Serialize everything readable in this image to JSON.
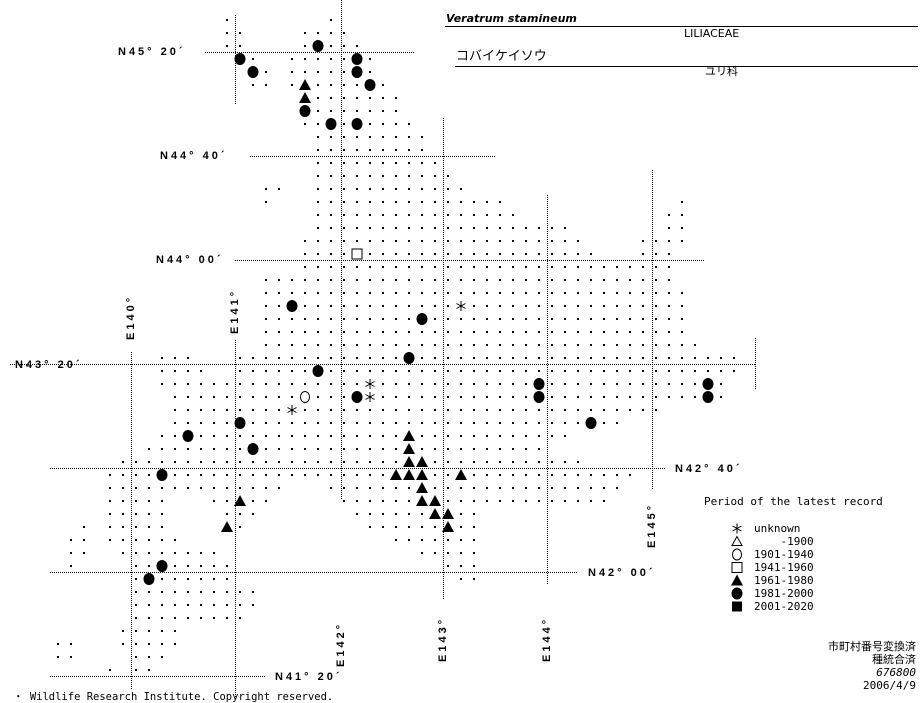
{
  "title": {
    "scientific_name": "Veratrum stamineum",
    "family": "LILIACEAE",
    "japanese_name": "コバイケイソウ",
    "japanese_family": "ユリ科"
  },
  "latitude_labels": [
    "N45° 20´",
    "N44° 40´",
    "N44° 00´",
    "N43° 20´",
    "N42° 40´",
    "N42° 00´",
    "N41° 20´"
  ],
  "longitude_labels": [
    "E140°",
    "E141°",
    "E142°",
    "E143°",
    "E144°",
    "E145°"
  ],
  "legend": {
    "title": "Period of the latest record",
    "items": [
      {
        "symbol": "asterisk",
        "label": "unknown"
      },
      {
        "symbol": "open-triangle",
        "label": "    -1900"
      },
      {
        "symbol": "open-circle",
        "label": "1901-1940"
      },
      {
        "symbol": "open-square",
        "label": "1941-1960"
      },
      {
        "symbol": "filled-triangle",
        "label": "1961-1980"
      },
      {
        "symbol": "filled-circle",
        "label": "1981-2000"
      },
      {
        "symbol": "filled-square",
        "label": "2001-2020"
      }
    ]
  },
  "notes": [
    "市町村番号変換済",
    "種統合済",
    "676800",
    "2006/4/9"
  ],
  "footer": "・ Wildlife Research Institute. Copyright reserved.",
  "records_mesh_col_row": {
    "filled-circle": [
      [
        24,
        3
      ],
      [
        18,
        4
      ],
      [
        27,
        4
      ],
      [
        19,
        5
      ],
      [
        27,
        5
      ],
      [
        28,
        6
      ],
      [
        23,
        8
      ],
      [
        25,
        9
      ],
      [
        27,
        9
      ],
      [
        22,
        23
      ],
      [
        32,
        24
      ],
      [
        31,
        27
      ],
      [
        24,
        28
      ],
      [
        41,
        29
      ],
      [
        54,
        29
      ],
      [
        27,
        30
      ],
      [
        41,
        30
      ],
      [
        54,
        30
      ],
      [
        18,
        32
      ],
      [
        45,
        32
      ],
      [
        14,
        33
      ],
      [
        19,
        34
      ],
      [
        12,
        36
      ],
      [
        12,
        43
      ],
      [
        11,
        44
      ]
    ],
    "filled-triangle": [
      [
        23,
        6
      ],
      [
        23,
        7
      ],
      [
        31,
        33
      ],
      [
        31,
        34
      ],
      [
        31,
        35
      ],
      [
        32,
        35
      ],
      [
        30,
        36
      ],
      [
        31,
        36
      ],
      [
        32,
        36
      ],
      [
        35,
        36
      ],
      [
        32,
        37
      ],
      [
        32,
        38
      ],
      [
        33,
        38
      ],
      [
        18,
        38
      ],
      [
        33,
        39
      ],
      [
        34,
        39
      ],
      [
        34,
        40
      ],
      [
        17,
        40
      ]
    ],
    "asterisk": [
      [
        35,
        23
      ],
      [
        28,
        29
      ],
      [
        28,
        30
      ],
      [
        22,
        31
      ]
    ],
    "open-circle": [
      [
        23,
        30
      ]
    ],
    "open-square": [
      [
        27,
        19
      ]
    ]
  }
}
